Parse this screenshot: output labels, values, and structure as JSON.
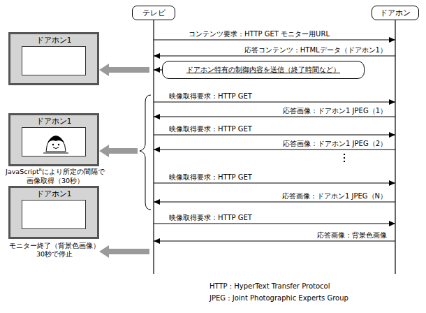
{
  "diagram": {
    "nodes": [
      {
        "text": [
          "テレビ"
        ]
      },
      {
        "text": [
          "ドアホン"
        ]
      },
      {
        "text": [
          "ドアホン1"
        ]
      },
      {
        "text": [
          "ドアホン1"
        ]
      },
      {
        "text": [
          "ドアホン1"
        ]
      },
      {
        "text": [
          "ドアホン特有の制御内容を送信（終了時間など）"
        ]
      }
    ],
    "edges": [
      {
        "from": 0,
        "to": 1,
        "arrow": "to",
        "label": "コンテンツ要求：HTTP GET モニター用URL"
      },
      {
        "from": 1,
        "to": 0,
        "arrow": "to",
        "label": "応答コンテンツ：HTMLデータ（ドアホン1）"
      },
      {
        "from": 5,
        "to": 0,
        "arrow": "to"
      },
      {
        "from": 0,
        "to": 2,
        "arrow": "to"
      },
      {
        "from": 0,
        "to": 1,
        "arrow": "to",
        "label": "映像取得要求：HTTP GET"
      },
      {
        "from": 1,
        "to": 0,
        "arrow": "to",
        "label": "応答画像：ドアホン1 JPEG（1）"
      },
      {
        "from": 0,
        "to": 1,
        "arrow": "to",
        "label": "映像取得要求：HTTP GET"
      },
      {
        "from": 1,
        "to": 0,
        "arrow": "to",
        "label": "応答画像：ドアホン1 JPEG（2）"
      },
      {
        "from": 0,
        "to": 1,
        "arrow": "to",
        "label": "映像取得要求：HTTP GET"
      },
      {
        "from": 1,
        "to": 0,
        "arrow": "to",
        "label": "応答画像：ドアホン1 JPEG（N）"
      },
      {
        "from": 0,
        "to": 3,
        "arrow": "to"
      },
      {
        "from": 0,
        "to": 1,
        "arrow": "to",
        "label": "映像取得要求：HTTP GET"
      },
      {
        "from": 1,
        "to": 0,
        "arrow": "to",
        "label": "応答画像：背景色画像"
      },
      {
        "from": 0,
        "to": 4,
        "arrow": "to"
      }
    ],
    "labels": [
      "JavaScript",
      "R",
      "により所定の間隔で 画像取得（30秒）",
      "モニター終了（背景色画像） 30秒で停止",
      "HTTP : HyperText Transfer Protocol",
      "JPEG : Joint Photographic Experts Group"
    ]
  }
}
